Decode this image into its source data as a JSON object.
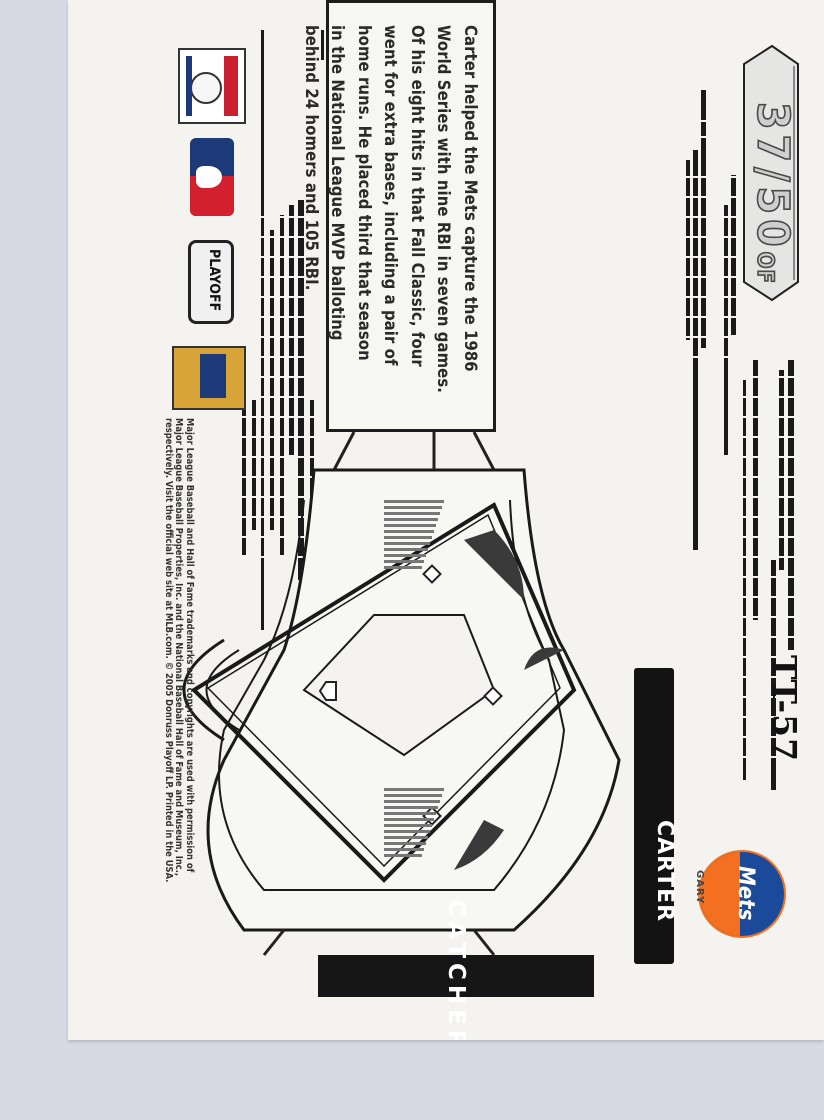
{
  "serial": {
    "number": "37/50",
    "suffix": "OF"
  },
  "card_number": "TT-57",
  "player": {
    "first_name": "GARY",
    "last_name": "CARTER",
    "position": "CATCHER"
  },
  "bio_lines": [
    "Carter helped the Mets capture the 1986",
    "World Series with nine RBI in seven games.",
    "Of his eight hits in that Fall Classic, four",
    "went for extra bases, including a pair of",
    "home runs. He placed third that season",
    "in the National League MVP balloting",
    "behind 24 homers and 105 RBI."
  ],
  "legal_lines": [
    "Major League Baseball and Hall of Fame trademarks and copyrights are used with permission of",
    "Major League Baseball Properties, Inc. and the National Baseball Hall of Fame and Museum, Inc.,",
    "respectively. Visit the official web site at MLB.com. © 2005 Donruss Playoff LP. Printed in the USA."
  ],
  "logos": {
    "hof": "NATIONAL BASEBALL HALL OF FAME",
    "playoff": "PLAYOFF",
    "cooperstown": "COOPERSTOWN COLLECTION",
    "team_script": "Mets"
  },
  "colors": {
    "mets_blue": "#1c4a9a",
    "mets_orange": "#f37021",
    "mlb_red": "#d2202f",
    "mlb_blue": "#1d3a78"
  }
}
